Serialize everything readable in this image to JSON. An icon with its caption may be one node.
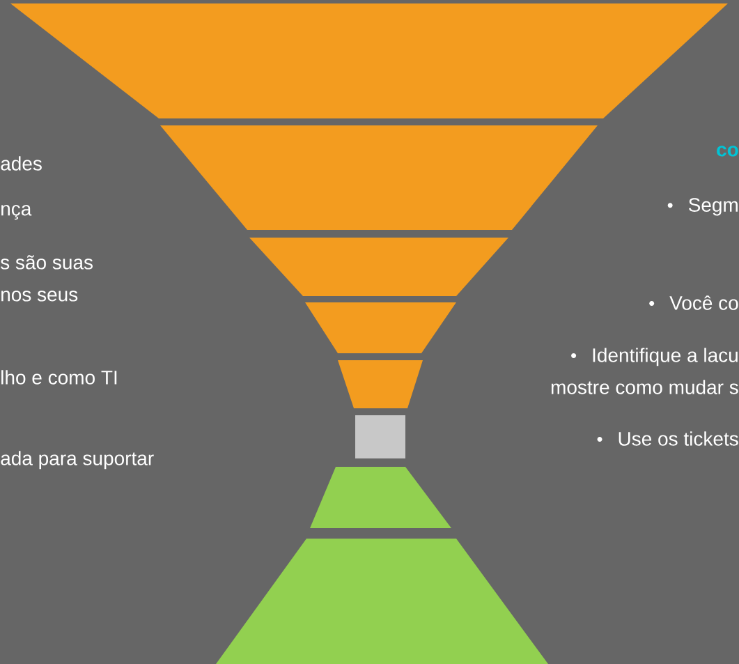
{
  "diagram": {
    "nodes": [
      {
        "text": [],
        "shape": "trapezoid"
      },
      {
        "text": [],
        "shape": "trapezoid"
      },
      {
        "text": [],
        "shape": "trapezoid"
      },
      {
        "text": [],
        "shape": "trapezoid"
      },
      {
        "text": [],
        "shape": "trapezoid"
      },
      {
        "text": [],
        "shape": "box"
      },
      {
        "text": [],
        "shape": "trapezoid"
      },
      {
        "text": [],
        "shape": "trapezoid"
      }
    ],
    "labels": [
      "ades",
      "nça",
      "s são suas nos seus",
      "lho e como TI",
      "ada para suportar",
      "co",
      "Segm",
      "Você co",
      "Identifique a lacu mostre como mudar s",
      "Use os tickets"
    ]
  }
}
